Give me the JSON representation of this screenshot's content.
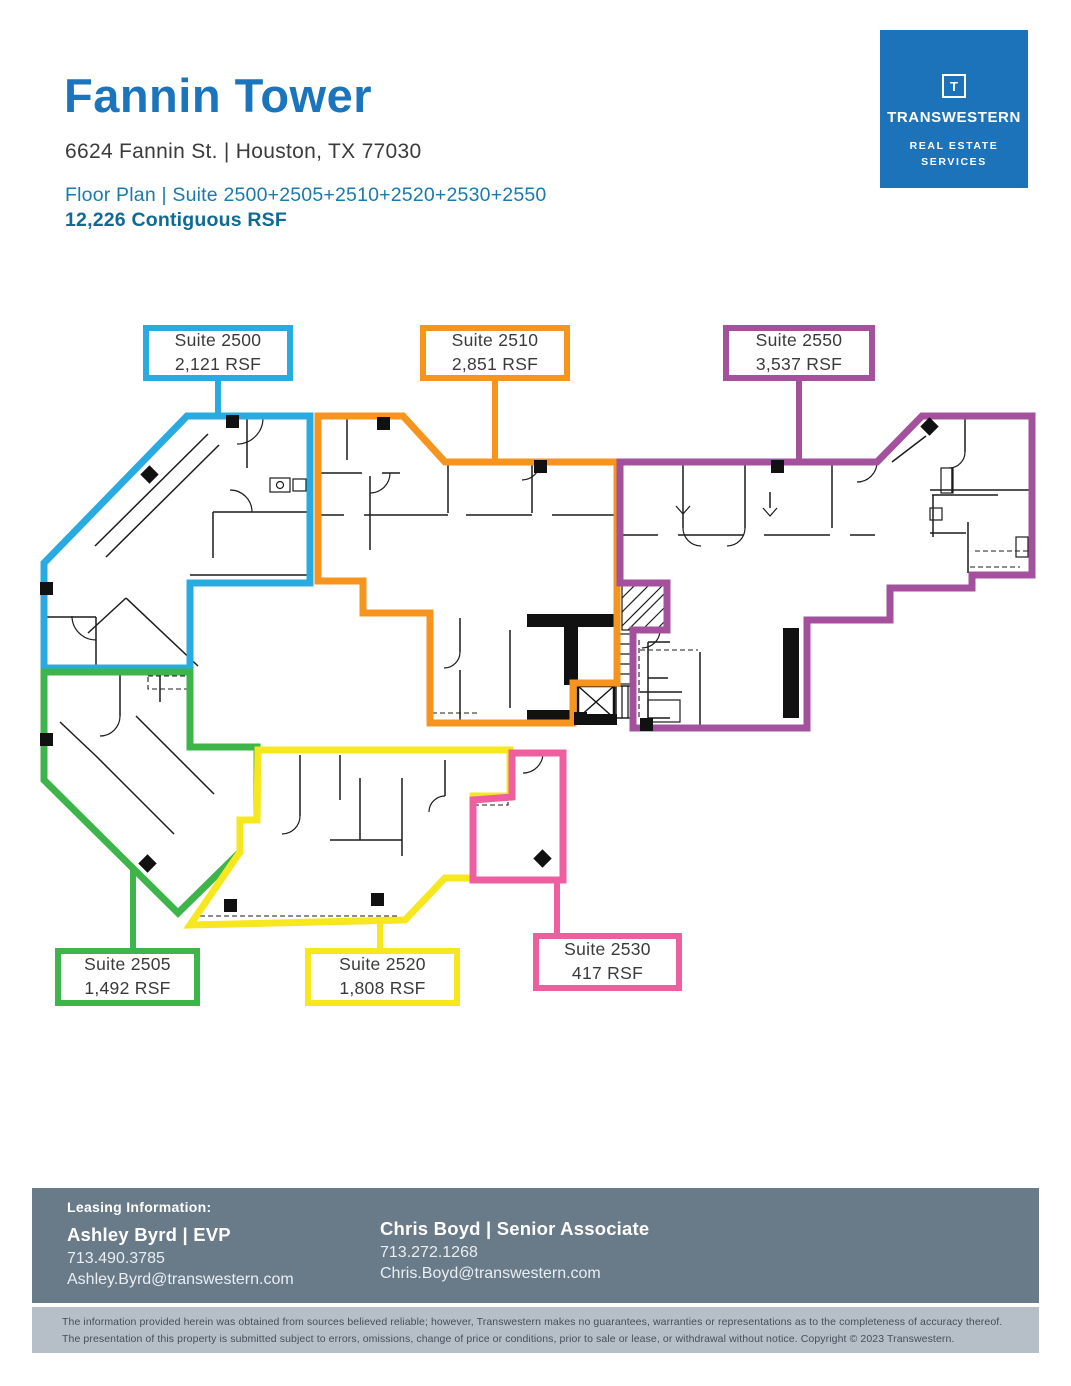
{
  "header": {
    "title": "Fannin Tower",
    "address": "6624 Fannin St. | Houston, TX 77030",
    "subtitle": "Floor Plan | Suite 2500+2505+2510+2520+2530+2550",
    "contiguous": "12,226 Contiguous RSF",
    "title_color": "#1b75bc",
    "subtitle_color": "#1a7aad"
  },
  "logo": {
    "monogram": "T",
    "brand": "TRANSWESTERN",
    "tagline_line1": "REAL ESTATE",
    "tagline_line2": "SERVICES",
    "color": "#1c73b9"
  },
  "suites": [
    {
      "id": "2500",
      "label": "Suite 2500",
      "rsf": "2,121 RSF",
      "color": "#29abe2"
    },
    {
      "id": "2510",
      "label": "Suite 2510",
      "rsf": "2,851 RSF",
      "color": "#f7941e"
    },
    {
      "id": "2550",
      "label": "Suite 2550",
      "rsf": "3,537 RSF",
      "color": "#a3509d"
    },
    {
      "id": "2505",
      "label": "Suite 2505",
      "rsf": "1,492 RSF",
      "color": "#3db54a"
    },
    {
      "id": "2520",
      "label": "Suite 2520",
      "rsf": "1,808 RSF",
      "color": "#f7e71e"
    },
    {
      "id": "2530",
      "label": "Suite 2530",
      "rsf": "417 RSF",
      "color": "#ee5fa0"
    }
  ],
  "footer": {
    "heading": "Leasing Information:",
    "bar_color": "#697a88",
    "contacts": [
      {
        "name": "Ashley Byrd | EVP",
        "phone": "713.490.3785",
        "email": "Ashley.Byrd@transwestern.com"
      },
      {
        "name": "Chris Boyd | Senior Associate",
        "phone": "713.272.1268",
        "email": "Chris.Boyd@transwestern.com"
      }
    ],
    "disclaimer_line1": "The information provided herein was obtained from sources believed reliable; however, Transwestern makes no guarantees, warranties or representations as to the completeness of accuracy thereof.",
    "disclaimer_line2": "The presentation of this property is submitted subject to errors, omissions, change of price or conditions, prior to sale or lease, or withdrawal without notice. Copyright © 2023 Transwestern."
  }
}
